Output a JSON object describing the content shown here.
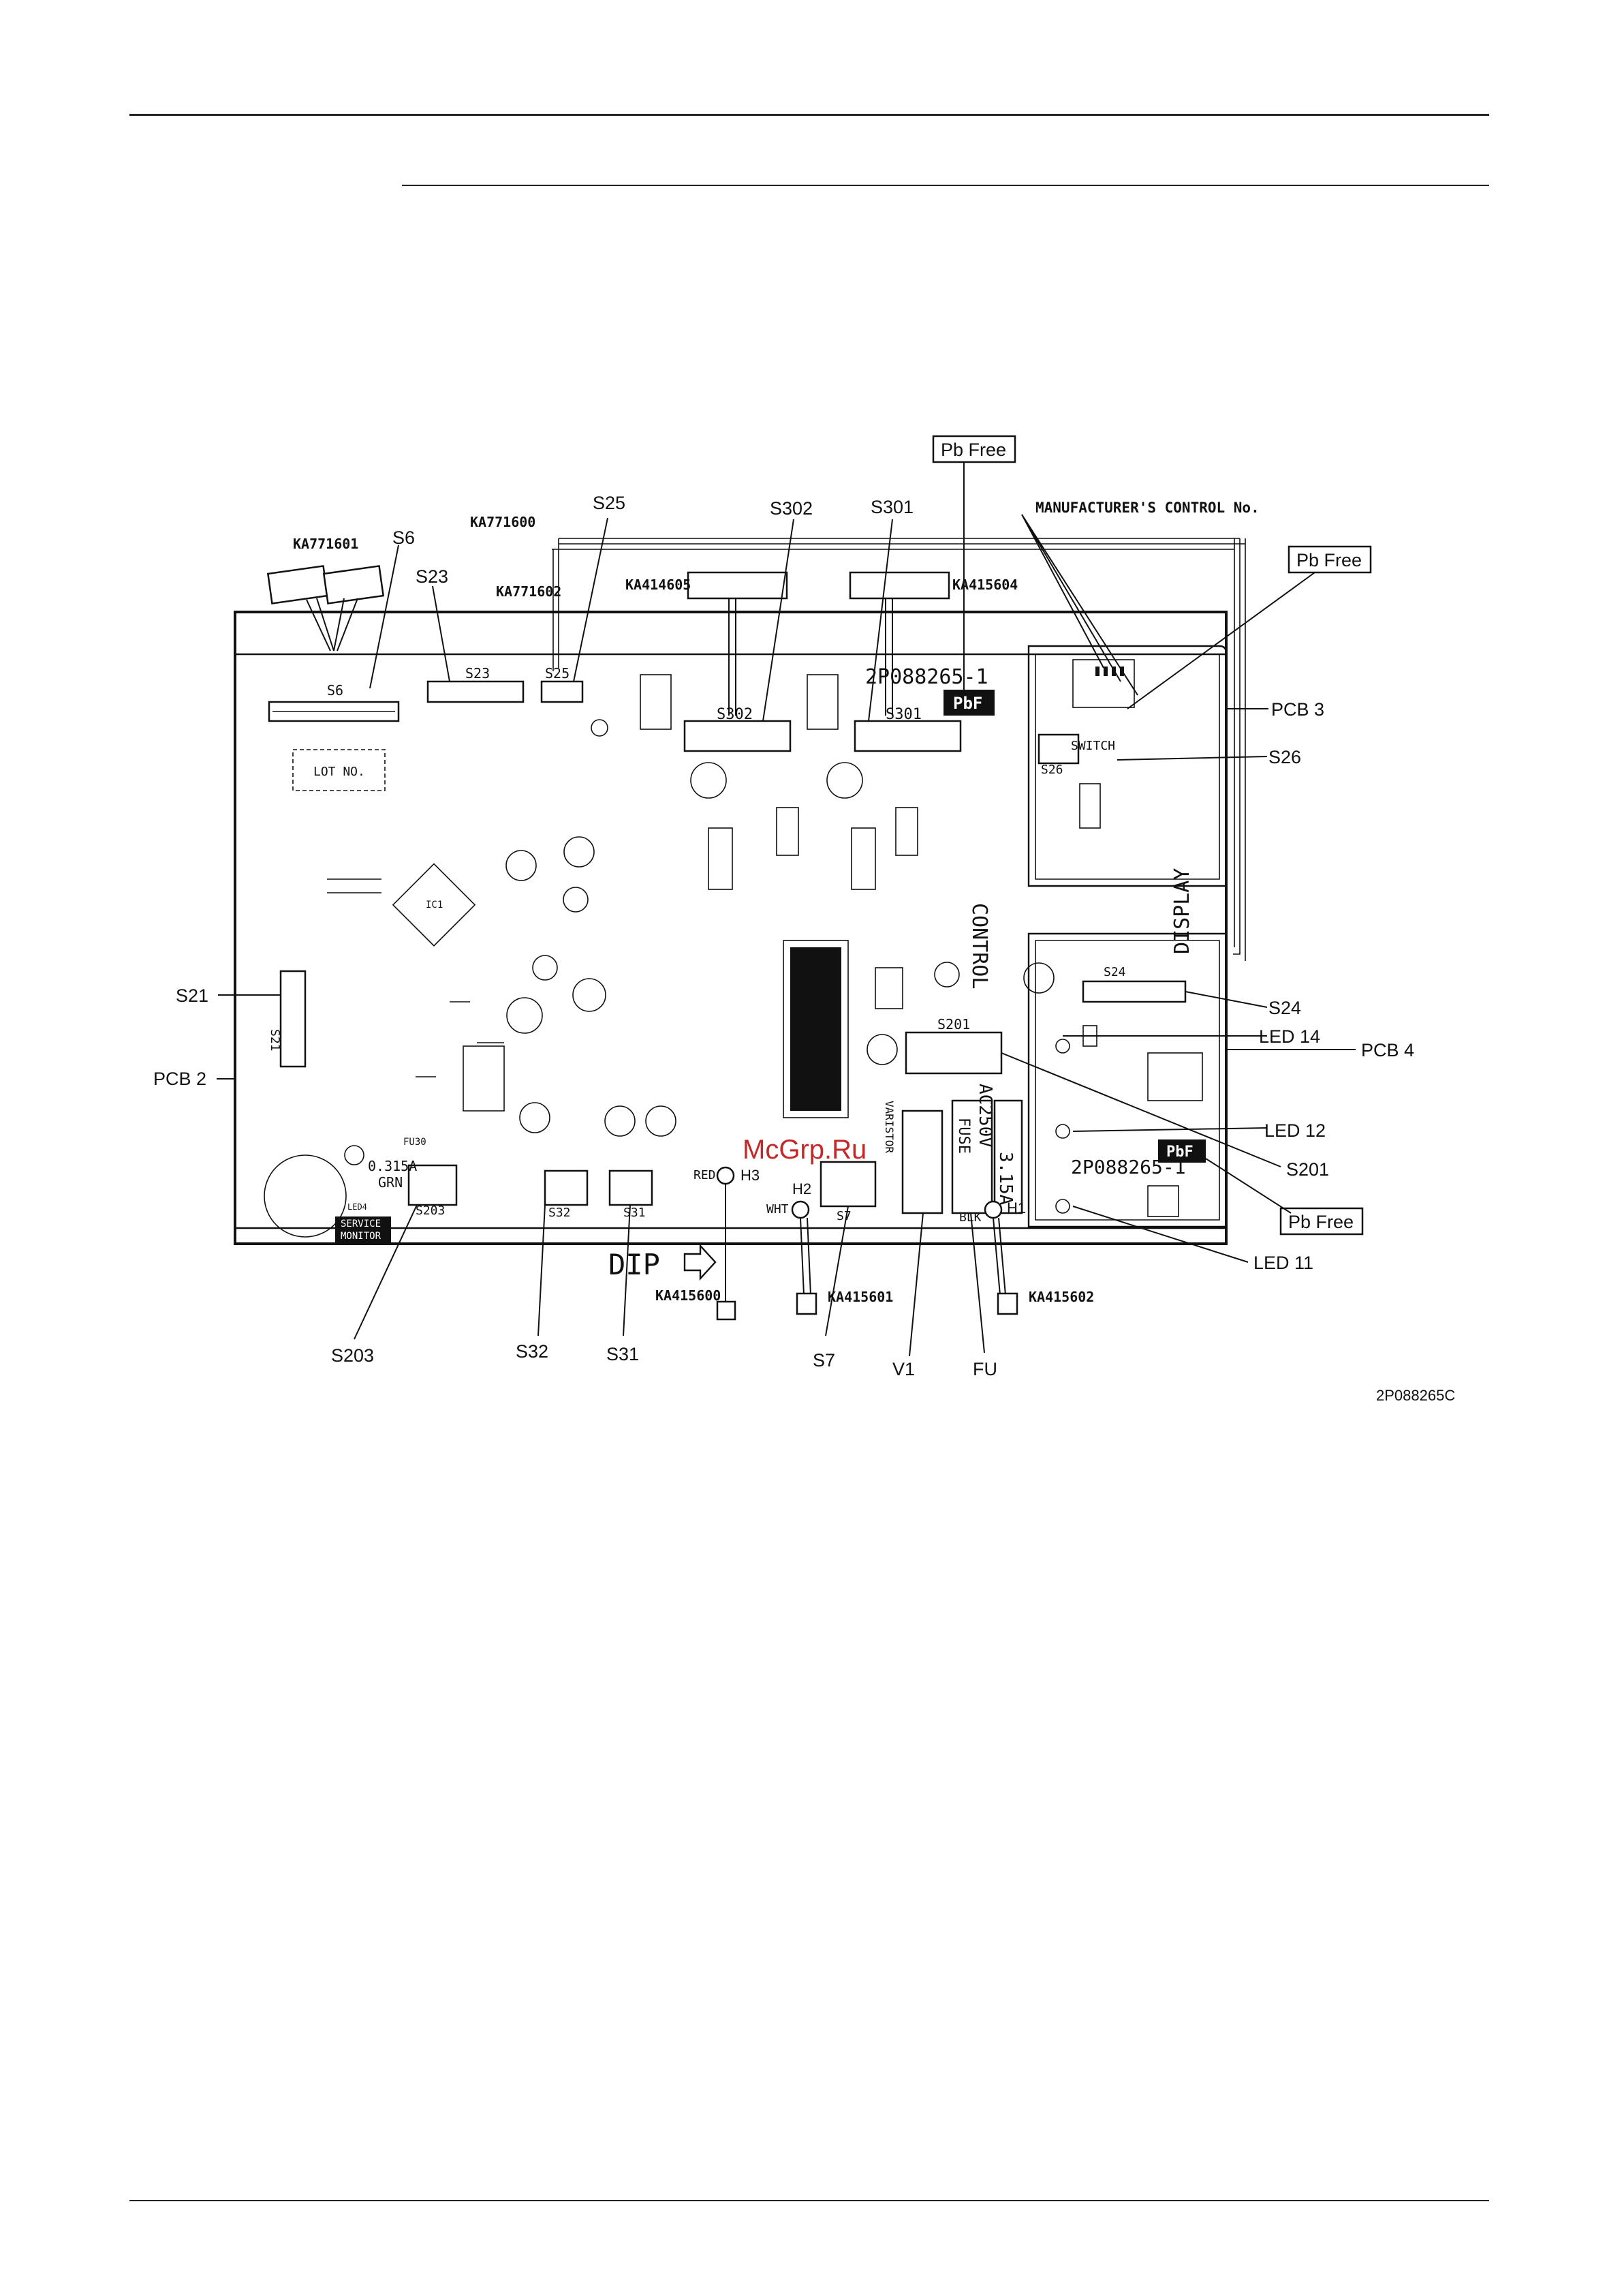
{
  "callouts": {
    "s6": "S6",
    "s23": "S23",
    "s25": "S25",
    "s302": "S302",
    "s301": "S301",
    "pcb3": "PCB 3",
    "s26": "S26",
    "s24": "S24",
    "led14": "LED 14",
    "pcb4": "PCB 4",
    "led12": "LED 12",
    "s201": "S201",
    "led11": "LED 11",
    "s21": "S21",
    "pcb2": "PCB 2",
    "s203": "S203",
    "s32": "S32",
    "s31": "S31",
    "s7": "S7",
    "v1": "V1",
    "fu": "FU"
  },
  "pb_free": [
    "Pb Free",
    "Pb Free",
    "Pb Free"
  ],
  "part_numbers": {
    "ka771601": "KA771601",
    "ka771600": "KA771600",
    "ka771602": "KA771602",
    "ka414605": "KA414605",
    "ka415604": "KA415604",
    "ka415600": "KA415600",
    "ka415601": "KA415601",
    "ka415602": "KA415602"
  },
  "board": {
    "manufacturer_control": "MANUFACTURER'S CONTROL No.",
    "part_no": "2P088265-1",
    "part_no_display": "2P088265-1",
    "pbf": "PbF",
    "pbf_display": "PbF",
    "lot_no": "LOT NO.",
    "control": "CONTROL",
    "display": "DISPLAY",
    "fuse_text": [
      "FUSE",
      "AC250V",
      "3.15A"
    ],
    "varistor": "VARISTOR",
    "fuse_small": "0.315A",
    "grn": "GRN",
    "service_monitor": [
      "SERVICE",
      "MONITOR"
    ],
    "dip": "DIP",
    "switch": "SWITCH",
    "wire_red": "RED",
    "h3": "H3",
    "wire_wht": "WHT",
    "h2": "H2",
    "wire_blk": "BLK",
    "h1": "H1",
    "conn_s6": "S6",
    "conn_s23": "S23",
    "conn_s25": "S25",
    "conn_s302": "S302",
    "conn_s301": "S301",
    "conn_s26": "S26",
    "conn_s24": "S24",
    "conn_s21": "S21",
    "conn_s201": "S201",
    "conn_s203": "S203",
    "conn_s32": "S32",
    "conn_s31": "S31",
    "conn_s7": "S7",
    "ic1": "IC1",
    "fu30": "FU30",
    "led4": "LED4"
  },
  "doc_code": "2P088265C",
  "watermark": "McGrp.Ru"
}
